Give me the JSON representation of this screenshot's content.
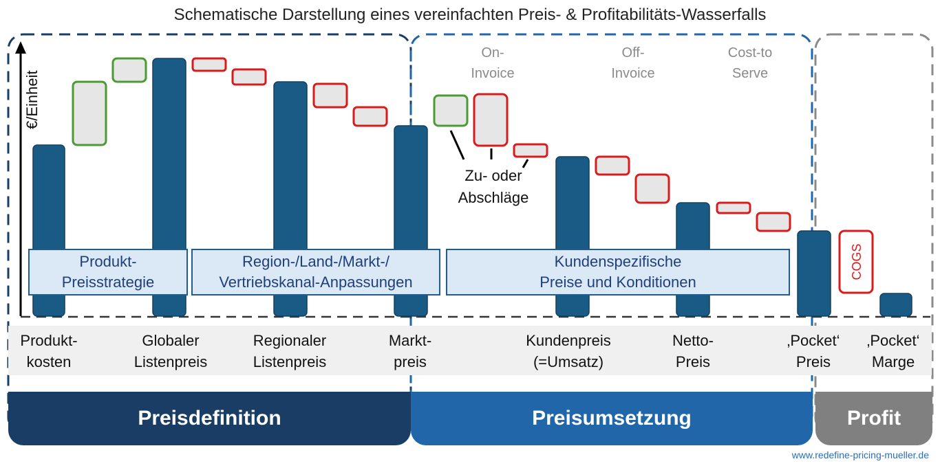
{
  "title": "Schematische Darstellung eines vereinfachten Preis- & Profitabilitäts-Wasserfalls",
  "y_axis_label": "€/Einheit",
  "column_headers": [
    {
      "lines": [
        "On-",
        "Invoice"
      ]
    },
    {
      "lines": [
        "Off-",
        "Invoice"
      ]
    },
    {
      "lines": [
        "Cost-to",
        "Serve"
      ]
    }
  ],
  "callout": {
    "lines": [
      "Zu- oder",
      "Abschläge"
    ]
  },
  "cogs_label": "COGS",
  "bands": [
    {
      "lines": [
        "Produkt-",
        "Preisstrategie"
      ]
    },
    {
      "lines": [
        "Region-/Land-/Markt-/",
        "Vertriebskanal-Anpassungen"
      ]
    },
    {
      "lines": [
        "Kundenspezifische",
        "Preise und Konditionen"
      ]
    }
  ],
  "x_labels": [
    {
      "lines": [
        "Produkt-",
        "kosten"
      ]
    },
    {
      "lines": [
        "Globaler",
        "Listenpreis"
      ]
    },
    {
      "lines": [
        "Regionaler",
        "Listenpreis"
      ]
    },
    {
      "lines": [
        "Markt-",
        "preis"
      ]
    },
    {
      "lines": [
        "Kundenpreis",
        "(=Umsatz)"
      ]
    },
    {
      "lines": [
        "Netto-",
        "Preis"
      ]
    },
    {
      "lines": [
        "‚Pocket‘",
        "Preis"
      ]
    },
    {
      "lines": [
        "‚Pocket‘",
        "Marge"
      ]
    }
  ],
  "sections": [
    {
      "label": "Preisdefinition",
      "color": "#1a3d66"
    },
    {
      "label": "Preisumsetzung",
      "color": "#2166a8"
    },
    {
      "label": "Profit",
      "color": "#808080"
    }
  ],
  "footer_url": "www.redefine-pricing-mueller.de",
  "colors": {
    "bar": "#1a5b86",
    "increase_border": "#4c9a34",
    "decrease_border": "#d81c1c",
    "step_fill": "#e6e6e6"
  }
}
